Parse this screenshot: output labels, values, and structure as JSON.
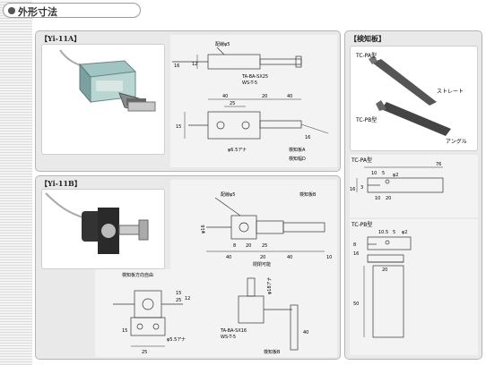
{
  "header": {
    "title": "外形寸法"
  },
  "panel_a": {
    "title": "【Yi-11A】",
    "labels": {
      "wire": "配線φ5",
      "d1": "16",
      "d2": "12",
      "part": "TA-BA-SX25",
      "ws": "WS-T-5",
      "dim40a": "40",
      "dim20": "20",
      "dim40b": "40",
      "dim25": "25",
      "dim15": "15",
      "dim16b": "16",
      "hole": "φ6.5アナ",
      "plateA": "検知板A",
      "eye": "検知幅D"
    }
  },
  "panel_b": {
    "title": "【Yi-11B】",
    "labels": {
      "wire": "配線φ5",
      "plateB": "検知板B",
      "dia": "φ16",
      "dim8": "8",
      "dim20": "20",
      "dim25": "25",
      "dim40a": "40",
      "dim20b": "20",
      "dim40b": "40",
      "dim10": "10",
      "eye": "閉閉可能",
      "dir": "検知板方向自由",
      "dim15": "15",
      "dim25b": "25",
      "dim12": "12",
      "dim18": "φ18アナ",
      "part": "TA-BA-SX16",
      "ws": "WS-T-5",
      "hole": "φ5.5アナ",
      "dim25c": "25",
      "dim15b": "15",
      "dim40c": "40",
      "plateB2": "検知板B"
    }
  },
  "panel_c": {
    "title": "【検知板】",
    "photo_labels": {
      "pa": "TC-PA型",
      "straight": "ストレート",
      "pb": "TC-PB型",
      "angle": "アングル"
    },
    "pa_drawing": {
      "title": "TC-PA型",
      "d76": "76",
      "d10": "10",
      "d5": "5",
      "d2": "φ2",
      "d16": "16",
      "d3": "3",
      "d10b": "10",
      "d20": "20"
    },
    "pb_drawing": {
      "title": "TC-PB型",
      "d105": "10.5",
      "d5": "5",
      "d2": "φ2",
      "d8": "8",
      "d16": "16",
      "d20": "20",
      "d50": "50"
    }
  }
}
